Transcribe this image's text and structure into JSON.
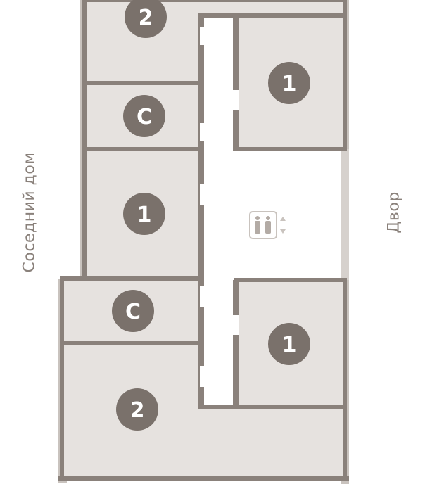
{
  "labels": {
    "left_side": "Соседний дом",
    "right_side": "Двор"
  },
  "apartments": [
    {
      "id": "top-left",
      "rooms": "2"
    },
    {
      "id": "top-right",
      "rooms": "1"
    },
    {
      "id": "upper-studio",
      "rooms": "С"
    },
    {
      "id": "middle-left",
      "rooms": "1"
    },
    {
      "id": "lower-studio",
      "rooms": "С"
    },
    {
      "id": "bottom-right",
      "rooms": "1"
    },
    {
      "id": "bottom-left",
      "rooms": "2"
    }
  ],
  "elevator": {
    "icon": "elevator-icon"
  },
  "colors": {
    "room_fill": "#e6e2df",
    "wall": "#8a817b",
    "badge": "#7a716b",
    "badge_text": "#ffffff",
    "window": "#c9c3be"
  }
}
